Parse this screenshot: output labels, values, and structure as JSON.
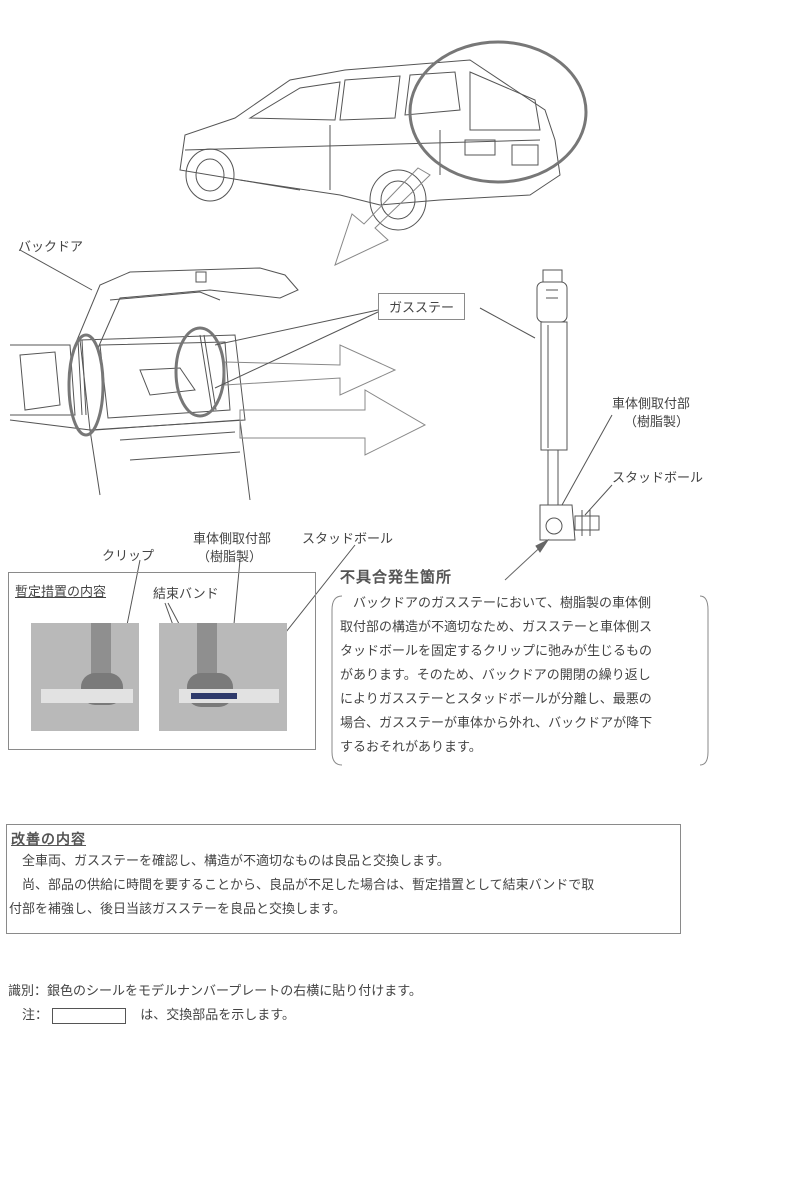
{
  "labels": {
    "back_door": "バックドア",
    "gas_stay": "ガスステー",
    "body_mount_line1": "車体側取付部",
    "body_mount_line2": "（樹脂製）",
    "stud_ball": "スタッドボール",
    "clip": "クリップ",
    "body_mount2_line1": "車体側取付部",
    "body_mount2_line2": "（樹脂製）",
    "stud_ball2": "スタッドボール",
    "temp_title": "暫定措置の内容",
    "binding_band": "結束バンド"
  },
  "defect": {
    "title": "不具合発生箇所",
    "lines": [
      "　バックドアのガスステーにおいて、樹脂製の車体側",
      "取付部の構造が不適切なため、ガスステーと車体側ス",
      "タッドボールを固定するクリップに弛みが生じるもの",
      "があります。そのため、バックドアの開閉の繰り返し",
      "によりガスステーとスタッドボールが分離し、最悪の",
      "場合、ガスステーが車体から外れ、バックドアが降下",
      "するおそれがあります。"
    ]
  },
  "improvement": {
    "title": "改善の内容",
    "lines": [
      "　全車両、ガスステーを確認し、構造が不適切なものは良品と交換します。",
      "　尚、部品の供給に時間を要することから、良品が不足した場合は、暫定措置として結束バンドで取",
      "付部を補強し、後日当該ガスステーを良品と交換します。"
    ]
  },
  "identification": "識別：銀色のシールをモデルナンバープレートの右横に貼り付けます。",
  "note": {
    "prefix": "注：",
    "suffix": "は、交換部品を示します。"
  }
}
